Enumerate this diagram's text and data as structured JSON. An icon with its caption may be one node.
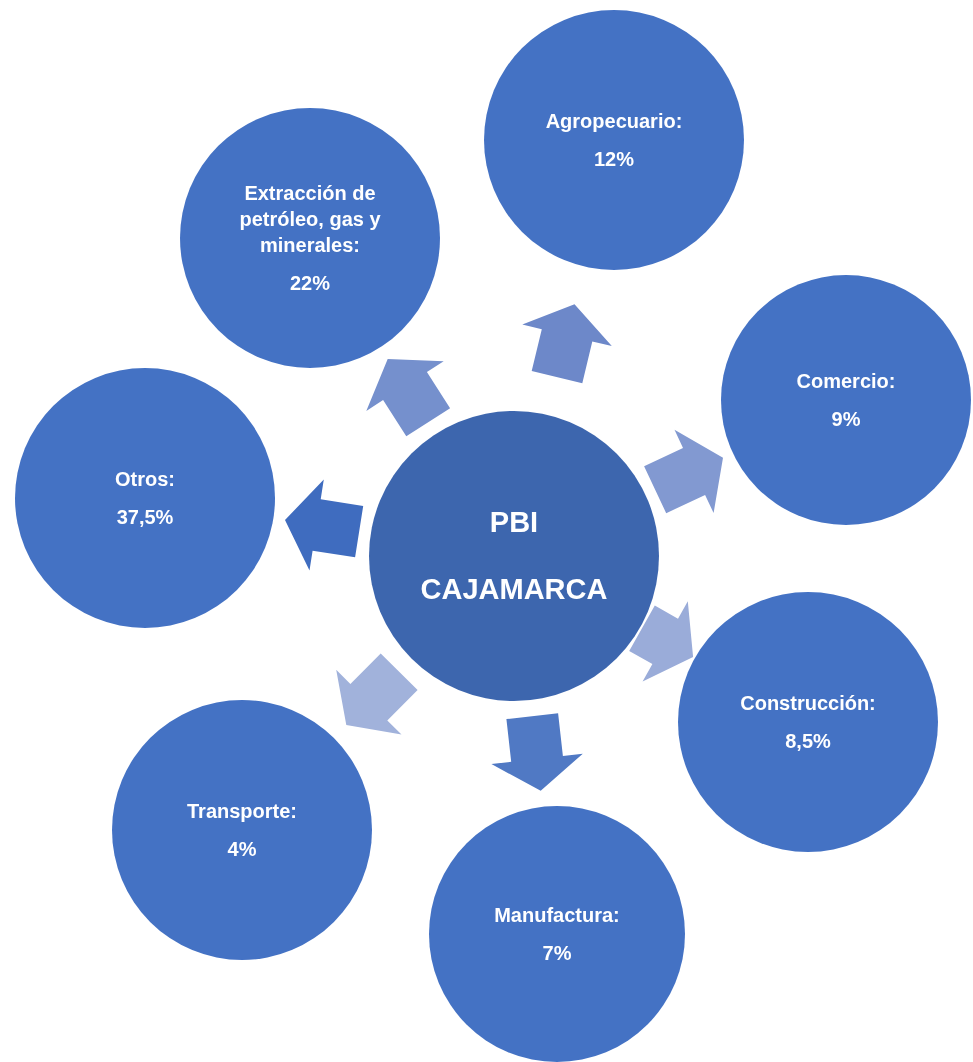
{
  "diagram": {
    "nodes": [
      {
        "text": [
          "PBI CAJAMARCA"
        ]
      },
      {
        "text": [
          "Agropecuario:",
          "12%"
        ]
      },
      {
        "text": [
          "Comercio:",
          "9%"
        ]
      },
      {
        "text": [
          "Construcción:",
          "8,5%"
        ]
      },
      {
        "text": [
          "Manufactura:",
          "7%"
        ]
      },
      {
        "text": [
          "Transporte:",
          "4%"
        ]
      },
      {
        "text": [
          "Otros:",
          "37,5%"
        ]
      },
      {
        "text": [
          "Extracción de petróleo, gas y minerales:",
          "22%"
        ]
      }
    ],
    "edges": [
      {
        "from": 0,
        "to": 1,
        "arrow": "to",
        "color": "#6d88c9"
      },
      {
        "from": 0,
        "to": 2,
        "arrow": "to",
        "color": "#8299d1"
      },
      {
        "from": 0,
        "to": 3,
        "arrow": "to",
        "color": "#9aacd9"
      },
      {
        "from": 0,
        "to": 4,
        "arrow": "to",
        "color": "#5079c4"
      },
      {
        "from": 0,
        "to": 5,
        "arrow": "to",
        "color": "#a1b2db"
      },
      {
        "from": 0,
        "to": 6,
        "arrow": "to",
        "color": "#3f6cbf"
      },
      {
        "from": 0,
        "to": 7,
        "arrow": "to",
        "color": "#7590cd"
      }
    ]
  }
}
